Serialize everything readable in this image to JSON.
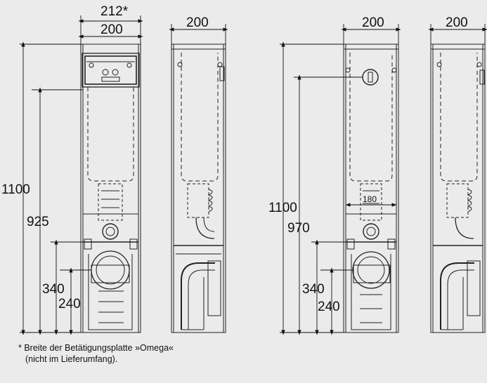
{
  "dimensions": {
    "width_212": "212*",
    "width_200_a": "200",
    "width_200_b": "200",
    "width_200_c": "200",
    "width_200_d": "200",
    "height_1100_a": "1100",
    "height_925": "925",
    "height_340_a": "340",
    "height_240_a": "240",
    "height_1100_b": "1100",
    "height_970": "970",
    "height_340_b": "340",
    "height_240_b": "240",
    "pipe_180": "180"
  },
  "footnote": {
    "line1": "* Breite der Betätigungsplatte »Omega«",
    "line2": "(nicht im Lieferumfang)."
  }
}
